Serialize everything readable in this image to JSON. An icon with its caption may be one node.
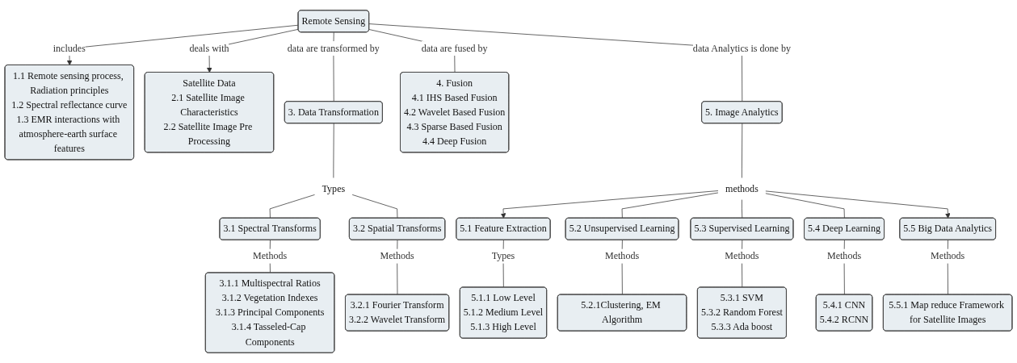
{
  "diagram": {
    "nodes": [
      {
        "text": [
          "Remote Sensing"
        ]
      },
      {
        "text": [
          "1.1 Remote sensing process, Radiation principles",
          "1.2 Spectral reflectance curve",
          "1.3 EMR interactions with atmosphere-earth surface features"
        ]
      },
      {
        "text": [
          "Satellite Data",
          "2.1 Satellite Image Characteristics",
          "2.2 Satellite Image Pre Processing"
        ]
      },
      {
        "text": [
          "3. Data Transformation"
        ]
      },
      {
        "text": [
          "4. Fusion",
          "4.1 IHS Based Fusion",
          "4.2 Wavelet Based Fusion",
          "4.3 Sparse Based Fusion",
          "4.4 Deep Fusion"
        ]
      },
      {
        "text": [
          "5. Image Analytics"
        ]
      },
      {
        "text": [
          "Types"
        ]
      },
      {
        "text": [
          "3.1 Spectral Transforms"
        ]
      },
      {
        "text": [
          "3.2 Spatial Transforms"
        ]
      },
      {
        "text": [
          "3.1.1 Multispectral Ratios",
          "3.1.2 Vegetation Indexes",
          "3.1.3 Principal Components",
          "3.1.4 Tasseled-Cap Components"
        ]
      },
      {
        "text": [
          "3.2.1 Fourier Transform",
          "3.2.2 Wavelet Transform"
        ]
      },
      {
        "text": [
          "methods"
        ]
      },
      {
        "text": [
          "5.1 Feature Extraction"
        ]
      },
      {
        "text": [
          "5.2 Unsupervised Learning"
        ]
      },
      {
        "text": [
          "5.3 Supervised Learning"
        ]
      },
      {
        "text": [
          "5.4 Deep Learning"
        ]
      },
      {
        "text": [
          "5.5 Big Data Analytics"
        ]
      },
      {
        "text": [
          "5.1.1 Low Level",
          "5.1.2 Medium Level",
          "5.1.3 High Level"
        ]
      },
      {
        "text": [
          "5.2.1Clustering, EM Algorithm"
        ]
      },
      {
        "text": [
          "5.3.1 SVM",
          "5.3.2 Random Forest",
          "5.3.3 Ada boost"
        ]
      },
      {
        "text": [
          "5.4.1 CNN",
          "5.4.2 RCNN"
        ]
      },
      {
        "text": [
          "5.5.1 Map reduce Framework for Satellite Images"
        ]
      }
    ],
    "edges": [
      {
        "from": 0,
        "to": 1,
        "label": "includes",
        "arrow": "to"
      },
      {
        "from": 0,
        "to": 2,
        "label": "deals with",
        "arrow": "to"
      },
      {
        "from": 0,
        "to": 3,
        "label": "data are transformed by",
        "arrow": "none"
      },
      {
        "from": 0,
        "to": 4,
        "label": "data are fused by",
        "arrow": "none"
      },
      {
        "from": 0,
        "to": 5,
        "label": "data Analytics is done by",
        "arrow": "none"
      },
      {
        "from": 3,
        "to": 6,
        "arrow": "none"
      },
      {
        "from": 6,
        "to": 7,
        "arrow": "none"
      },
      {
        "from": 6,
        "to": 8,
        "arrow": "none"
      },
      {
        "from": 7,
        "to": 9,
        "label": "Methods",
        "arrow": "none"
      },
      {
        "from": 8,
        "to": 10,
        "label": "Methods",
        "arrow": "none"
      },
      {
        "from": 5,
        "to": 11,
        "arrow": "none"
      },
      {
        "from": 11,
        "to": 12,
        "arrow": "to"
      },
      {
        "from": 11,
        "to": 13,
        "arrow": "none"
      },
      {
        "from": 11,
        "to": 14,
        "arrow": "none"
      },
      {
        "from": 11,
        "to": 15,
        "arrow": "none"
      },
      {
        "from": 11,
        "to": 16,
        "arrow": "to"
      },
      {
        "from": 12,
        "to": 17,
        "label": "Types",
        "arrow": "none"
      },
      {
        "from": 13,
        "to": 18,
        "label": "Methods",
        "arrow": "none"
      },
      {
        "from": 14,
        "to": 19,
        "label": "Methods",
        "arrow": "none"
      },
      {
        "from": 15,
        "to": 20,
        "label": "Methods",
        "arrow": "none"
      },
      {
        "from": 16,
        "to": 21,
        "label": "Methods",
        "arrow": "none"
      }
    ]
  }
}
